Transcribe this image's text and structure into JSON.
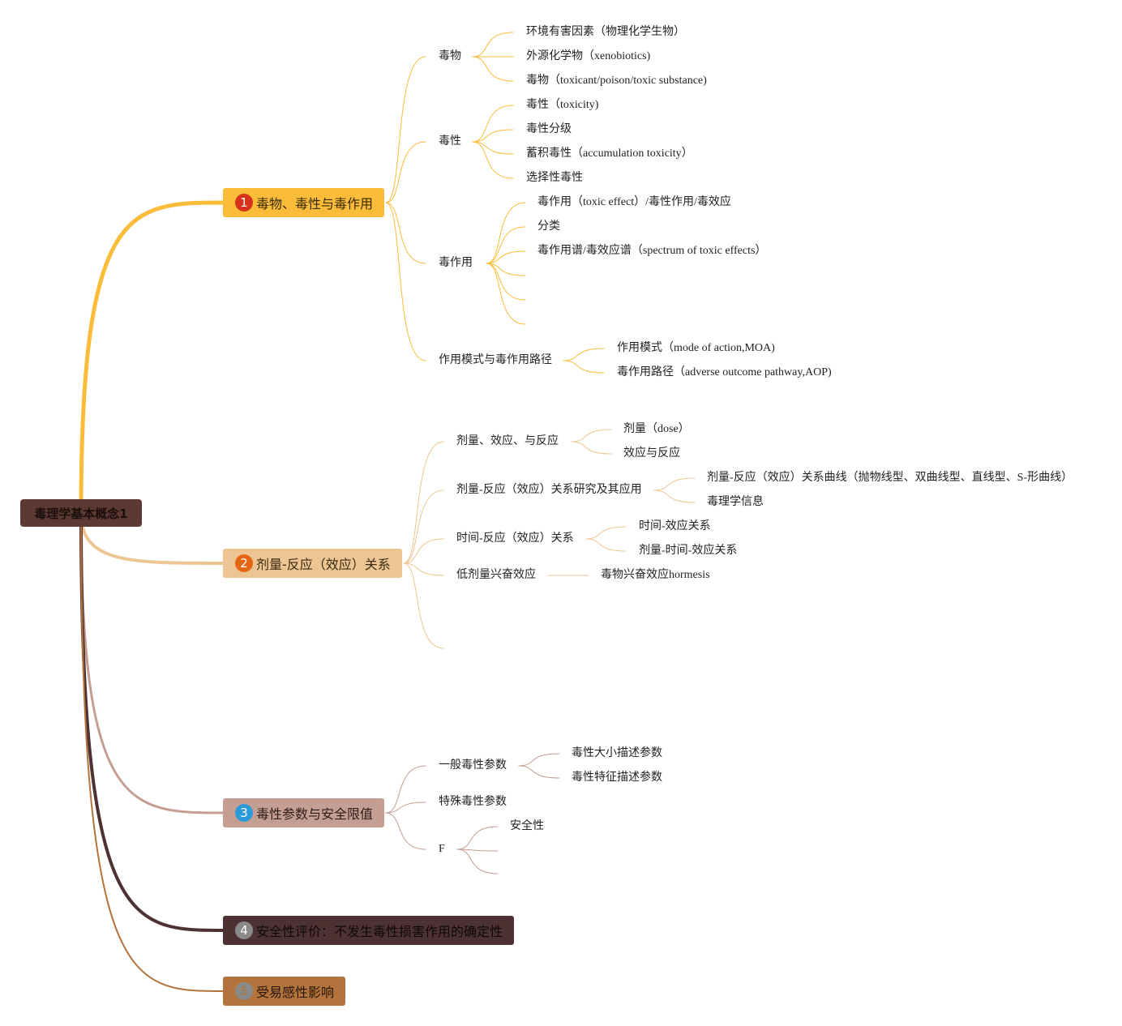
{
  "colors": {
    "root_bg": "#5c3a33",
    "branch1": "#fbbc3a",
    "branch2": "#ecc592",
    "branch3": "#c49e92",
    "branch4": "#4d3234",
    "branch5": "#b3733c"
  },
  "root": {
    "label": "毒理学基本概念1"
  },
  "branches": [
    {
      "number": "1",
      "label": "毒物、毒性与毒作用"
    },
    {
      "number": "2",
      "label": "剂量-反应（效应）关系"
    },
    {
      "number": "3",
      "label": "毒性参数与安全限值"
    },
    {
      "number": "4",
      "label": "安全性评价：不发生毒性损害作用的确定性"
    },
    {
      "number": "5",
      "label": "受易感性影响"
    }
  ],
  "topics": {
    "poison": "毒物",
    "poison_items": [
      "环境有害因素（物理化学生物）",
      "外源化学物（xenobiotics)",
      "毒物（toxicant/poison/toxic substance)"
    ],
    "toxicity": "毒性",
    "toxicity_items": [
      "毒性（toxicity)",
      "毒性分级",
      "蓄积毒性（accumulation toxicity）",
      "选择性毒性"
    ],
    "effect": "毒作用",
    "effect_items": [
      "毒作用（toxic effect）/毒性作用/毒效应",
      "分类",
      "毒作用谱/毒效应谱（spectrum of toxic effects）"
    ],
    "moa": "作用模式与毒作用路径",
    "moa_items": [
      "作用模式（mode of action,MOA)",
      "毒作用路径（adverse outcome pathway,AOP)"
    ],
    "dose": "剂量、效应、与反应",
    "dose_items": [
      "剂量（dose）",
      "效应与反应"
    ],
    "dose_response": "剂量-反应（效应）关系研究及其应用",
    "dose_response_items": [
      "剂量-反应（效应）关系曲线（抛物线型、双曲线型、直线型、S-形曲线）",
      "毒理学信息"
    ],
    "time_response": "时间-反应（效应）关系",
    "time_response_items": [
      "时间-效应关系",
      "剂量-时间-效应关系"
    ],
    "low_dose": "低剂量兴奋效应",
    "low_dose_items": [
      "毒物兴奋效应hormesis"
    ],
    "general_params": "一般毒性参数",
    "general_params_items": [
      "毒性大小描述参数",
      "毒性特征描述参数"
    ],
    "special_params": "特殊毒性参数",
    "f": "F",
    "f_items": [
      "安全性"
    ]
  }
}
